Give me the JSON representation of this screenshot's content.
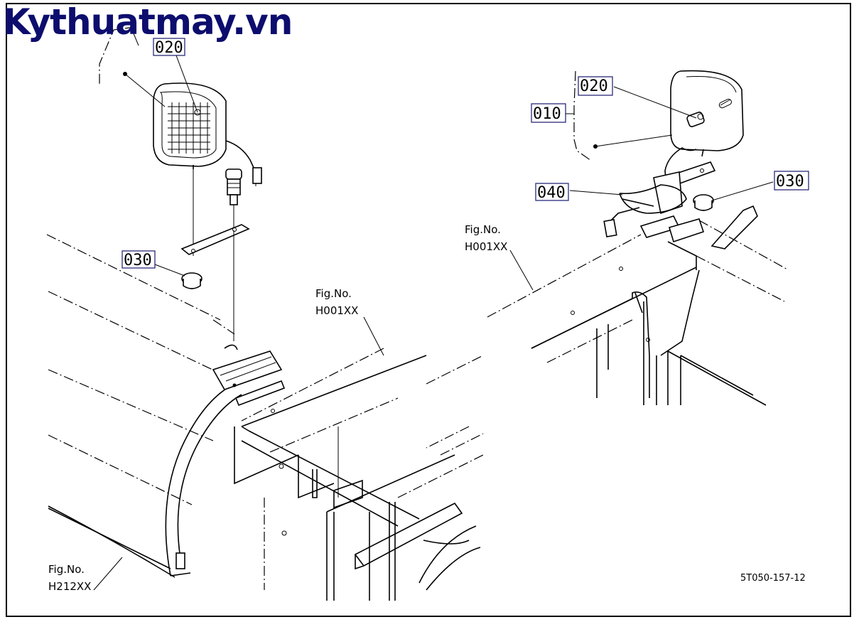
{
  "watermark": {
    "text": "Kythuatmay.vn",
    "color": "#0d0d6e"
  },
  "drawing_code": "5T050-157-12",
  "left_view": {
    "callouts": {
      "top_020": "020",
      "washer_030": "030"
    },
    "fig_refs": [
      {
        "line1": "Fig.No.",
        "line2": "H001XX"
      },
      {
        "line1": "Fig.No.",
        "line2": "H212XX"
      }
    ]
  },
  "right_view": {
    "callouts": {
      "assy_010": "010",
      "bulb_020": "020",
      "harness_040": "040",
      "washer_030": "030"
    },
    "fig_ref": {
      "line1": "Fig.No.",
      "line2": "H001XX"
    }
  },
  "colors": {
    "line": "#000000",
    "callout_box": "#2a2a7a",
    "paper": "#ffffff"
  }
}
